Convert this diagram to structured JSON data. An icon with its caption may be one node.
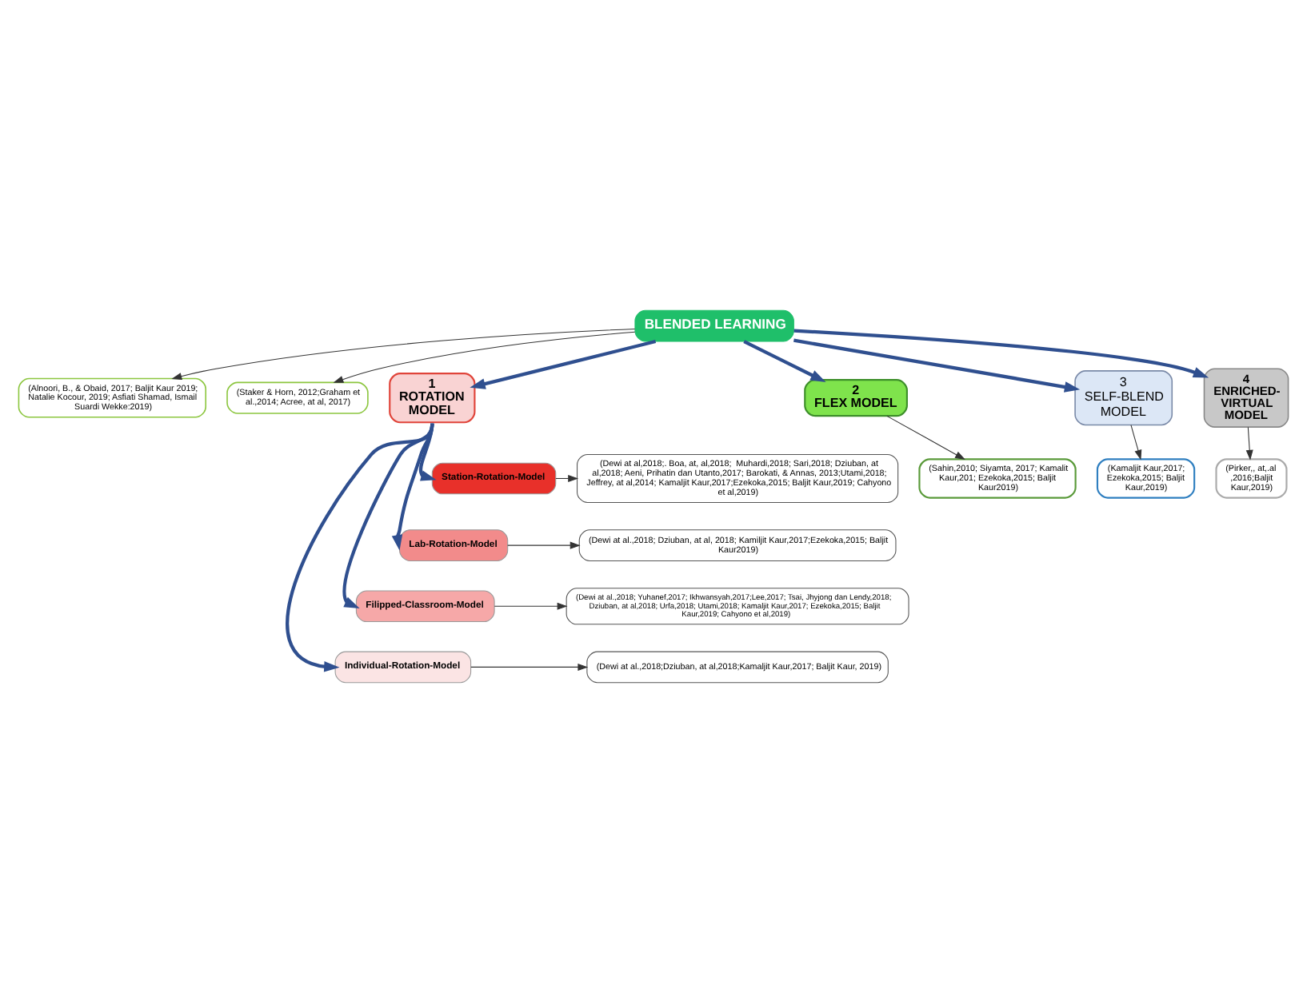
{
  "diagram": {
    "nodes": [
      {
        "text": [
          "BLENDED LEARNING"
        ]
      },
      {
        "text": [
          "(Alnoori, B., & Obaid, 2017; Baljit Kaur 2019; Natalie Kocour, 2019; Asfiati Shamad, Ismail Suardi Wekke:2019)"
        ]
      },
      {
        "text": [
          "(Staker & Horn, 2012;Graham et al.,2014; Acree, at al, 2017)"
        ]
      },
      {
        "text": [
          "1",
          "ROTATION MODEL"
        ]
      },
      {
        "text": [
          "2",
          "FLEX MODEL"
        ]
      },
      {
        "text": [
          "3",
          "SELF-BLEND MODEL"
        ]
      },
      {
        "text": [
          "4",
          "ENRICHED-VIRTUAL MODEL"
        ]
      },
      {
        "text": [
          "(Sahin,2010; Siyamta, 2017; Kamalit Kaur,201; Ezekoka,2015; Baljit Kaur2019)"
        ]
      },
      {
        "text": [
          "(Kamaljit Kaur,2017; Ezekoka,2015; Baljit Kaur,2019)"
        ]
      },
      {
        "text": [
          "(Pirker,, at,.al,2016;Baljit Kaur,2019)"
        ]
      },
      {
        "text": [
          "Station-Rotation-Model"
        ]
      },
      {
        "text": [
          "(Dewi at al,2018;. Boa, at, al,2018;  Muhardi,2018; Sari,2018; Dziuban, at al,2018; Aeni, Prihatin dan Utanto,2017; Barokati, & Annas, 2013;Utami,2018; Jeffrey, at al,2014; Kamaljit Kaur,2017;Ezekoka,2015; Baljit Kaur,2019; Cahyono et al,2019)"
        ]
      },
      {
        "text": [
          "Lab-Rotation-Model"
        ]
      },
      {
        "text": [
          "(Dewi at al.,2018; Dziuban, at al, 2018; Kamiljit Kaur,2017;Ezekoka,2015; Baljit Kaur2019)"
        ]
      },
      {
        "text": [
          "Filipped-Classroom-Model"
        ]
      },
      {
        "text": [
          "(Dewi at al.,2018; Yuhanef,2017; Ikhwansyah,2017;Lee,2017; Tsai, Jhyjong dan Lendy,2018; Dziuban, at al,2018; Urfa,2018; Utami,2018; Kamaljit Kaur,2017; Ezekoka,2015; Baljit Kaur,2019; Cahyono et al,2019)"
        ]
      },
      {
        "text": [
          "Individual-Rotation-Model"
        ]
      },
      {
        "text": [
          "(Dewi at al.,2018;Dziuban, at al,2018;Kamaljit Kaur,2017; Baljit Kaur, 2019)"
        ]
      }
    ],
    "edges": [
      {
        "from": 0,
        "to": 1,
        "arrow": "to"
      },
      {
        "from": 0,
        "to": 2,
        "arrow": "to"
      },
      {
        "from": 0,
        "to": 3,
        "arrow": "to",
        "style": "thick",
        "color": "#2f4f8f"
      },
      {
        "from": 0,
        "to": 4,
        "arrow": "to",
        "style": "thick",
        "color": "#2f4f8f"
      },
      {
        "from": 0,
        "to": 5,
        "arrow": "to",
        "style": "thick",
        "color": "#2f4f8f"
      },
      {
        "from": 0,
        "to": 6,
        "arrow": "to",
        "style": "thick",
        "color": "#2f4f8f"
      },
      {
        "from": 4,
        "to": 7,
        "arrow": "to"
      },
      {
        "from": 5,
        "to": 8,
        "arrow": "to"
      },
      {
        "from": 6,
        "to": 9,
        "arrow": "to"
      },
      {
        "from": 3,
        "to": 10,
        "arrow": "to",
        "style": "thick",
        "color": "#2f4f8f"
      },
      {
        "from": 3,
        "to": 12,
        "arrow": "to",
        "style": "thick",
        "color": "#2f4f8f"
      },
      {
        "from": 3,
        "to": 14,
        "arrow": "to",
        "style": "thick",
        "color": "#2f4f8f"
      },
      {
        "from": 3,
        "to": 16,
        "arrow": "to",
        "style": "thick",
        "color": "#2f4f8f"
      },
      {
        "from": 10,
        "to": 11,
        "arrow": "to"
      },
      {
        "from": 12,
        "to": 13,
        "arrow": "to"
      },
      {
        "from": 14,
        "to": 15,
        "arrow": "to"
      },
      {
        "from": 16,
        "to": 17,
        "arrow": "to"
      }
    ]
  }
}
